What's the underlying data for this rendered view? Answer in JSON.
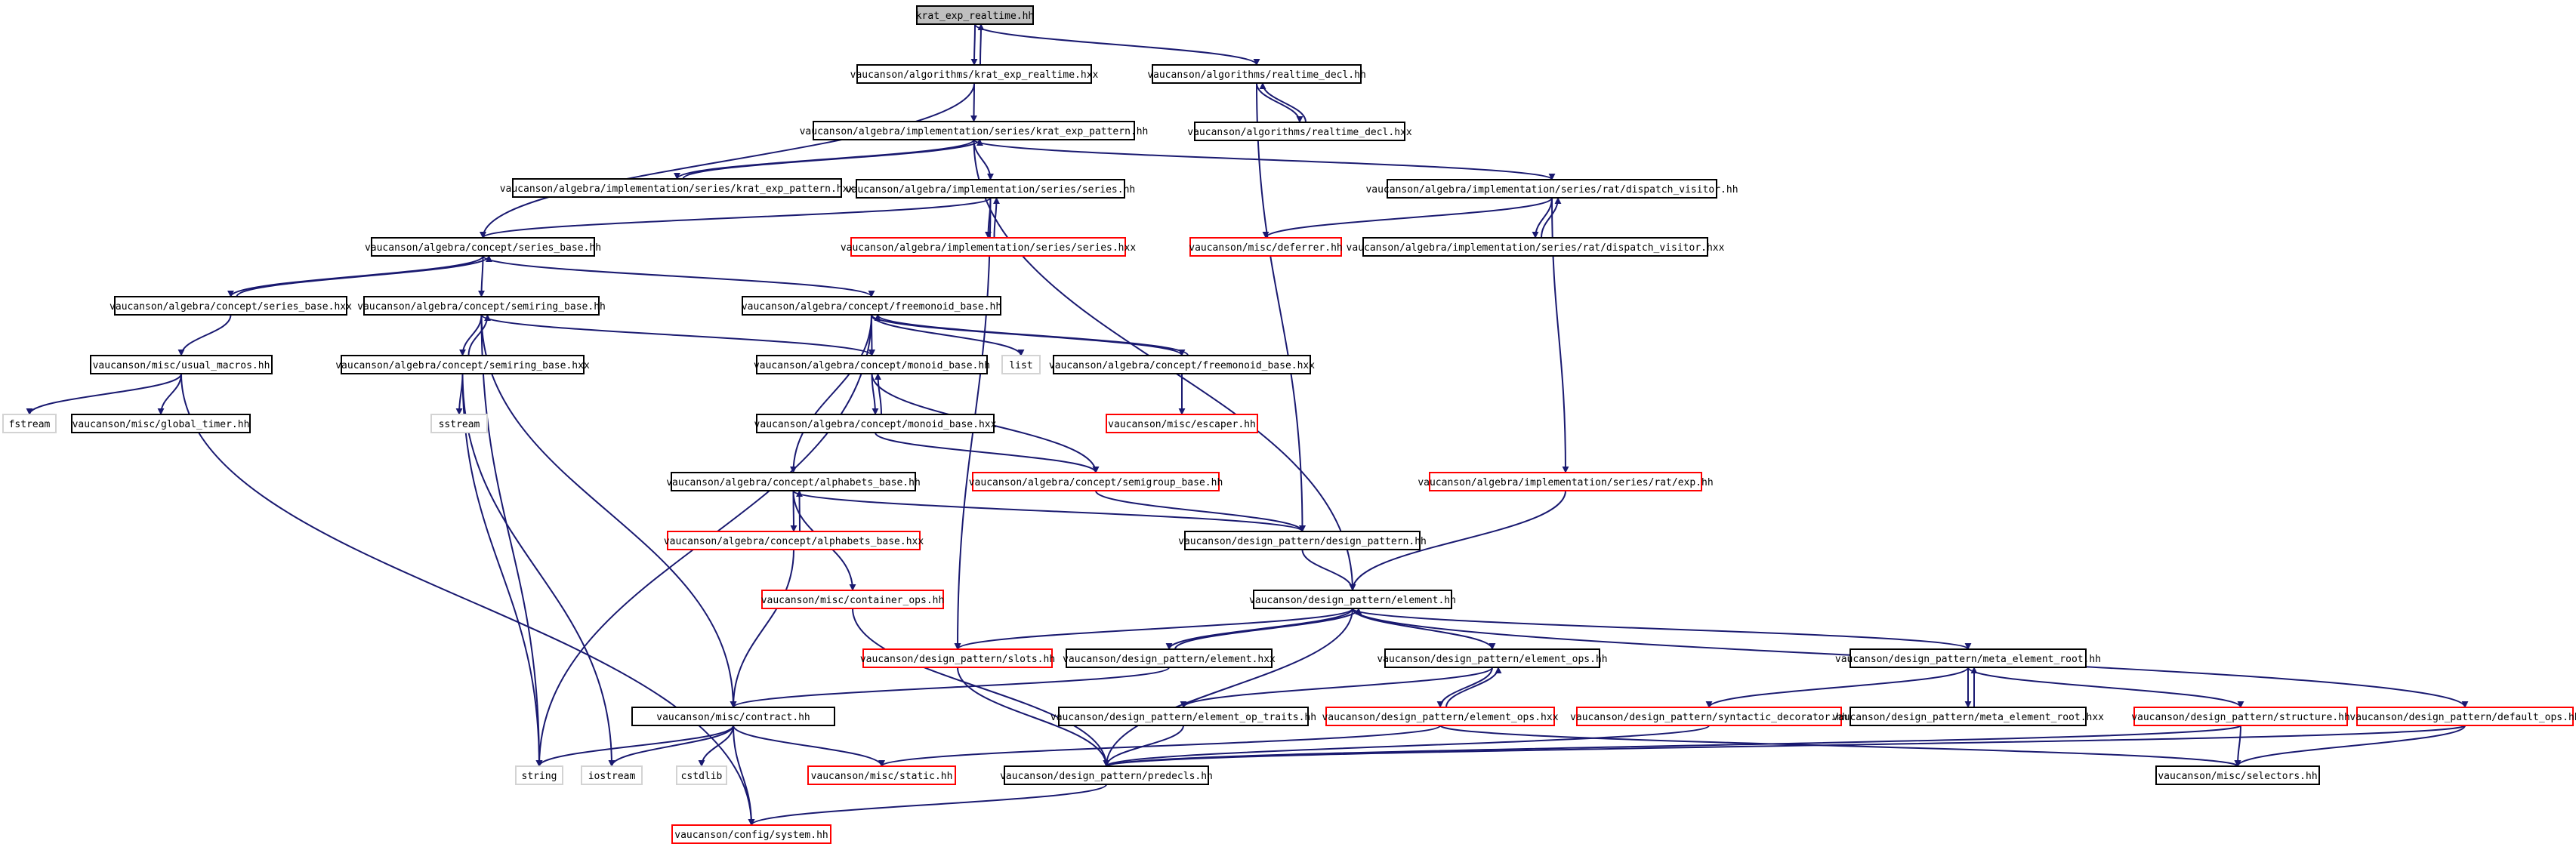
{
  "colors": {
    "edge": "#191970",
    "root_fill": "#bfbfbf",
    "box_fill": "#ffffff",
    "normal_border": "#000000",
    "truncated_border": "#ff0000",
    "external_border": "#d3d3d3"
  },
  "nodes": [
    {
      "id": "n1",
      "label": "krat_exp_realtime.hh",
      "style": "root"
    },
    {
      "id": "n2",
      "label": "vaucanson/algorithms/krat_exp_realtime.hxx",
      "style": "normal"
    },
    {
      "id": "n3",
      "label": "vaucanson/algorithms/realtime_decl.hh",
      "style": "normal"
    },
    {
      "id": "n4",
      "label": "vaucanson/algorithms/realtime_decl.hxx",
      "style": "normal"
    },
    {
      "id": "n5",
      "label": "vaucanson/algebra/implementation/series/krat_exp_pattern.hh",
      "style": "normal"
    },
    {
      "id": "n6",
      "label": "vaucanson/algebra/implementation/series/krat_exp_pattern.hxx",
      "style": "normal"
    },
    {
      "id": "n7",
      "label": "vaucanson/algebra/implementation/series/series.hh",
      "style": "normal"
    },
    {
      "id": "n8",
      "label": "vaucanson/algebra/implementation/series/series.hxx",
      "style": "truncated"
    },
    {
      "id": "n9",
      "label": "vaucanson/algebra/implementation/series/rat/dispatch_visitor.hh",
      "style": "normal"
    },
    {
      "id": "n10",
      "label": "vaucanson/misc/deferrer.hh",
      "style": "truncated"
    },
    {
      "id": "n11",
      "label": "vaucanson/algebra/implementation/series/rat/dispatch_visitor.hxx",
      "style": "normal"
    },
    {
      "id": "n12",
      "label": "vaucanson/algebra/concept/series_base.hh",
      "style": "normal"
    },
    {
      "id": "n13",
      "label": "vaucanson/algebra/concept/series_base.hxx",
      "style": "normal"
    },
    {
      "id": "n14",
      "label": "vaucanson/algebra/concept/semiring_base.hh",
      "style": "normal"
    },
    {
      "id": "n15",
      "label": "vaucanson/algebra/concept/freemonoid_base.hh",
      "style": "normal"
    },
    {
      "id": "n16",
      "label": "vaucanson/misc/usual_macros.hh",
      "style": "normal"
    },
    {
      "id": "n17",
      "label": "vaucanson/algebra/concept/semiring_base.hxx",
      "style": "normal"
    },
    {
      "id": "n18",
      "label": "vaucanson/algebra/concept/monoid_base.hh",
      "style": "normal"
    },
    {
      "id": "n19",
      "label": "list",
      "style": "external"
    },
    {
      "id": "n20",
      "label": "vaucanson/algebra/concept/freemonoid_base.hxx",
      "style": "normal"
    },
    {
      "id": "n21",
      "label": "fstream",
      "style": "external"
    },
    {
      "id": "n22",
      "label": "vaucanson/misc/global_timer.hh",
      "style": "normal"
    },
    {
      "id": "n23",
      "label": "sstream",
      "style": "external"
    },
    {
      "id": "n24",
      "label": "vaucanson/algebra/concept/monoid_base.hxx",
      "style": "normal"
    },
    {
      "id": "n25",
      "label": "vaucanson/misc/escaper.hh",
      "style": "truncated"
    },
    {
      "id": "n26",
      "label": "vaucanson/algebra/concept/alphabets_base.hh",
      "style": "normal"
    },
    {
      "id": "n27",
      "label": "vaucanson/algebra/concept/semigroup_base.hh",
      "style": "truncated"
    },
    {
      "id": "n28",
      "label": "vaucanson/algebra/implementation/series/rat/exp.hh",
      "style": "truncated"
    },
    {
      "id": "n29",
      "label": "vaucanson/algebra/concept/alphabets_base.hxx",
      "style": "truncated"
    },
    {
      "id": "n30",
      "label": "vaucanson/design_pattern/design_pattern.hh",
      "style": "normal"
    },
    {
      "id": "n31",
      "label": "vaucanson/misc/container_ops.hh",
      "style": "truncated"
    },
    {
      "id": "n32",
      "label": "vaucanson/design_pattern/element.hh",
      "style": "normal"
    },
    {
      "id": "n33",
      "label": "vaucanson/design_pattern/slots.hh",
      "style": "truncated"
    },
    {
      "id": "n34",
      "label": "vaucanson/design_pattern/element.hxx",
      "style": "normal"
    },
    {
      "id": "n35",
      "label": "vaucanson/design_pattern/element_ops.hh",
      "style": "normal"
    },
    {
      "id": "n36",
      "label": "vaucanson/design_pattern/meta_element_root.hh",
      "style": "normal"
    },
    {
      "id": "n37",
      "label": "vaucanson/misc/contract.hh",
      "style": "normal"
    },
    {
      "id": "n38",
      "label": "vaucanson/design_pattern/element_op_traits.hh",
      "style": "normal"
    },
    {
      "id": "n39",
      "label": "vaucanson/design_pattern/element_ops.hxx",
      "style": "truncated"
    },
    {
      "id": "n40",
      "label": "vaucanson/design_pattern/syntactic_decorator.hh",
      "style": "truncated"
    },
    {
      "id": "n41",
      "label": "vaucanson/design_pattern/meta_element_root.hxx",
      "style": "normal"
    },
    {
      "id": "n42",
      "label": "vaucanson/design_pattern/structure.hh",
      "style": "truncated"
    },
    {
      "id": "n43",
      "label": "vaucanson/design_pattern/default_ops.hh",
      "style": "truncated"
    },
    {
      "id": "n44",
      "label": "string",
      "style": "external"
    },
    {
      "id": "n45",
      "label": "iostream",
      "style": "external"
    },
    {
      "id": "n46",
      "label": "cstdlib",
      "style": "external"
    },
    {
      "id": "n47",
      "label": "vaucanson/misc/static.hh",
      "style": "truncated"
    },
    {
      "id": "n48",
      "label": "vaucanson/design_pattern/predecls.hh",
      "style": "normal"
    },
    {
      "id": "n49",
      "label": "vaucanson/misc/selectors.hh",
      "style": "normal"
    },
    {
      "id": "n50",
      "label": "vaucanson/config/system.hh",
      "style": "truncated"
    }
  ]
}
